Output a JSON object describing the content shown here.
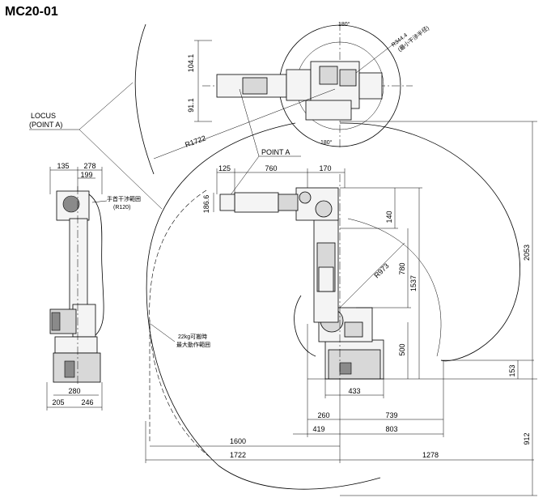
{
  "title": "MC20-01",
  "labels": {
    "locus": "LOCUS",
    "point_a_paren": "(POINT A)",
    "point_a": "POINT A",
    "r1722": "R1722",
    "r344": "R344.4",
    "r344_sub": "(最小干渉半径)",
    "r120_a": "手首干渉範囲",
    "r120_b": "(R120)",
    "r973": "R973",
    "deg_top": "180°",
    "deg_bottom": "180°",
    "payload_a": "22kg可搬時",
    "payload_b": "最大動作範囲"
  },
  "dims": {
    "d104": "104.1",
    "d91": "91.1",
    "d135": "135",
    "d278": "278",
    "d199": "199",
    "d280": "280",
    "d205": "205",
    "d246": "246",
    "d125": "125",
    "d760": "760",
    "d170": "170",
    "d186": "186.6",
    "d140": "140",
    "d780": "780",
    "d1537": "1537",
    "d500": "500",
    "d2053": "2053",
    "d153": "153",
    "d433": "433",
    "d260": "260",
    "d739": "739",
    "d419": "419",
    "d803": "803",
    "d1600": "1600",
    "d1722": "1722",
    "d1278": "1278",
    "d912": "912"
  }
}
